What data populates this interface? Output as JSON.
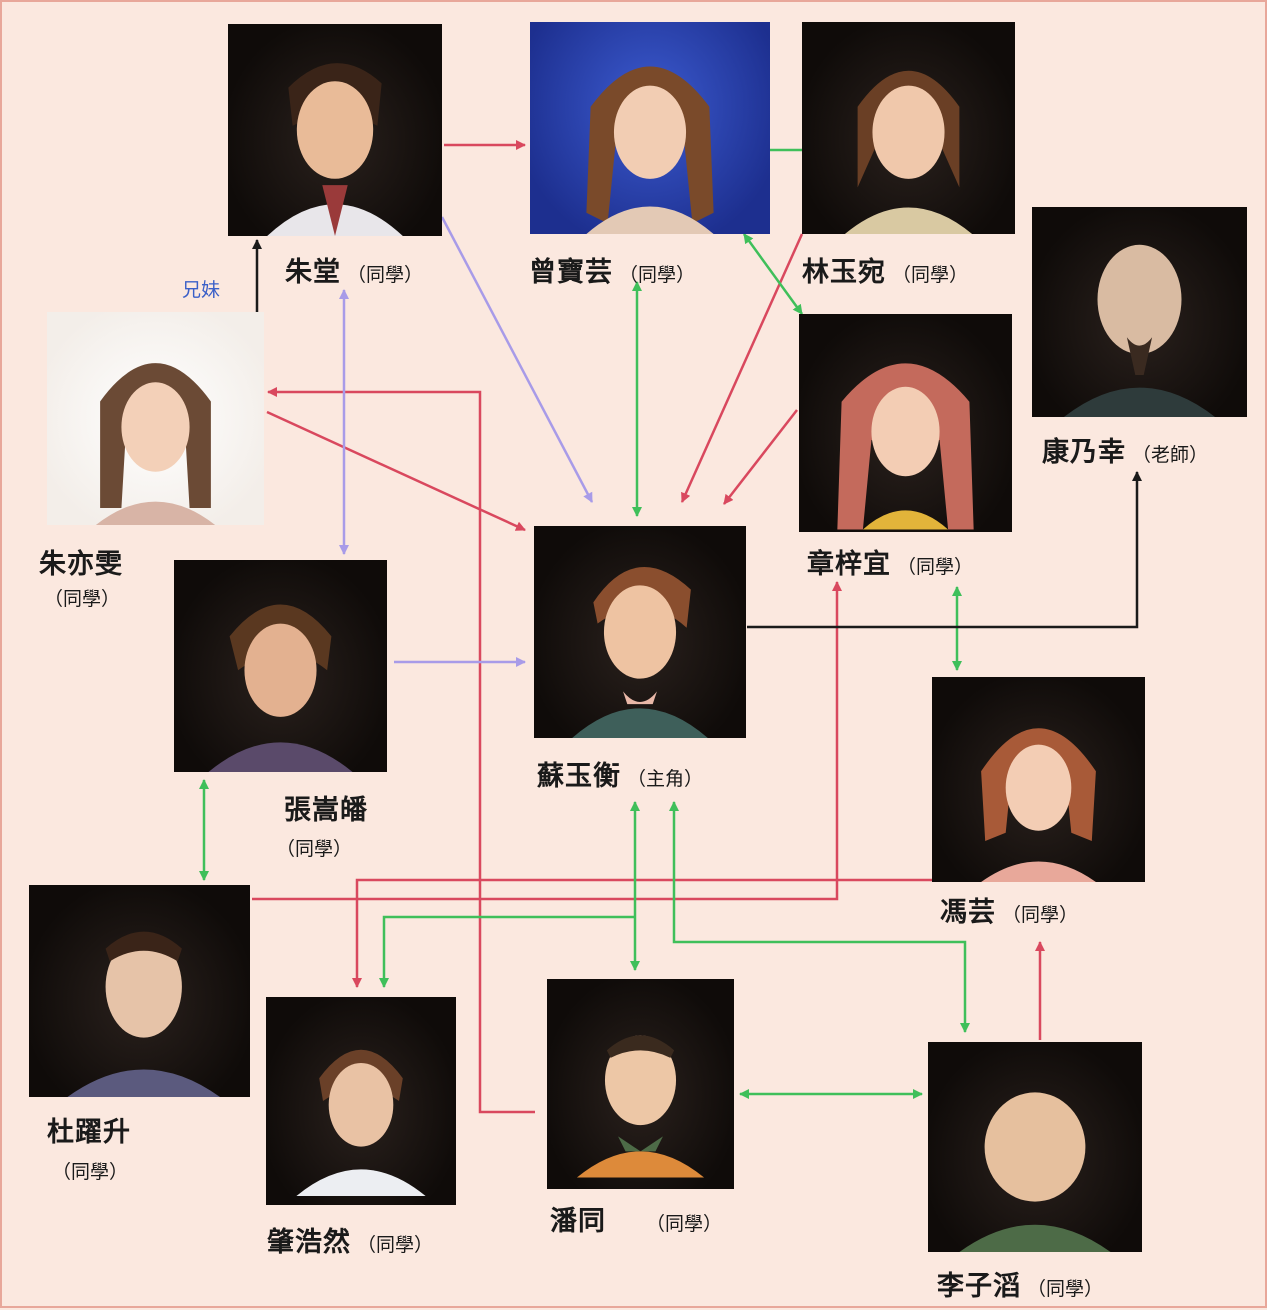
{
  "colors": {
    "background": "#fbe8df",
    "red_arrow": "#d9485e",
    "green_arrow": "#3fbf5a",
    "purple_arrow": "#a89be8",
    "black_arrow": "#1a1a1a",
    "sibling_label": "#3a5fc8"
  },
  "sibling_label": "兄妹",
  "characters": {
    "zhutang": {
      "name": "朱堂",
      "role": "（同學）"
    },
    "zengbaoyun": {
      "name": "曾寶芸",
      "role": "（同學）"
    },
    "linyuwan": {
      "name": "林玉宛",
      "role": "（同學）"
    },
    "kangnaixing": {
      "name": "康乃幸",
      "role": "（老師）"
    },
    "zhuyiwen": {
      "name": "朱亦雯",
      "role": "（同學）"
    },
    "zhangziyi": {
      "name": "章梓宜",
      "role": "（同學）"
    },
    "suyuheng": {
      "name": "蘇玉衡",
      "role": "（主角）"
    },
    "zhanghaofan": {
      "name": "張嵩皤",
      "role": "（同學）"
    },
    "fengyun": {
      "name": "馮芸",
      "role": "（同學）"
    },
    "duyaosheng": {
      "name": "杜躍升",
      "role": "（同學）"
    },
    "zhaohaoran": {
      "name": "肇浩然",
      "role": "（同學）"
    },
    "pantong": {
      "name": "潘同",
      "role": "（同學）"
    },
    "lizitao": {
      "name": "李子滔",
      "role": "（同學）"
    }
  }
}
